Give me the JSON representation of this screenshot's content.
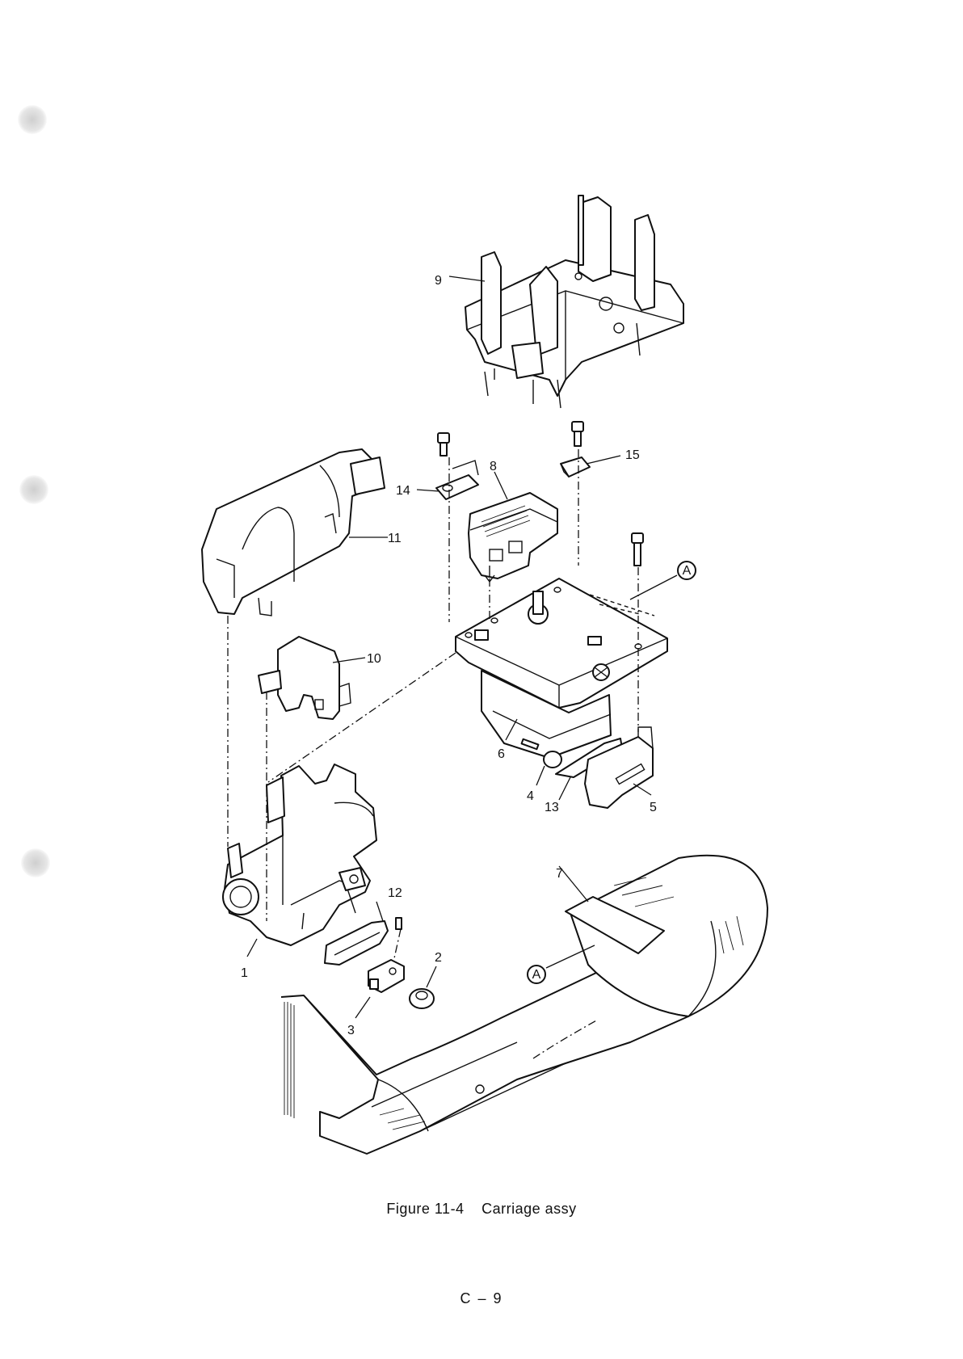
{
  "diagram": {
    "part_labels": [
      "1",
      "2",
      "3",
      "4",
      "5",
      "6",
      "7",
      "8",
      "9",
      "10",
      "11",
      "12",
      "13",
      "14",
      "15"
    ],
    "connector_marker": "A"
  },
  "caption": {
    "figure_number": "Figure 11-4",
    "title": "Carriage assy"
  },
  "page": {
    "number": "C – 9"
  }
}
